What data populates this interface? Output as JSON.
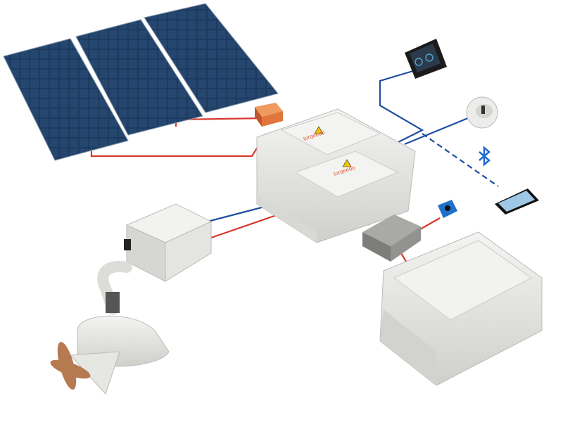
{
  "diagram": {
    "brand_logo": "torqeedo",
    "colors": {
      "positive_wire": "#d8372c",
      "negative_wire": "#1f4fa0",
      "data_wire": "#1f4fa0",
      "solar_cell": "#1d3557",
      "housing": "#e9e9e6",
      "charge_controller": "#e0763c",
      "warning_label": "#f2c400"
    },
    "icons": [
      "solar-panel",
      "charge-controller",
      "battery",
      "display",
      "gps-antenna",
      "bluetooth",
      "smartphone",
      "connector",
      "converter",
      "generator",
      "motor-controller",
      "pod-motor"
    ]
  }
}
